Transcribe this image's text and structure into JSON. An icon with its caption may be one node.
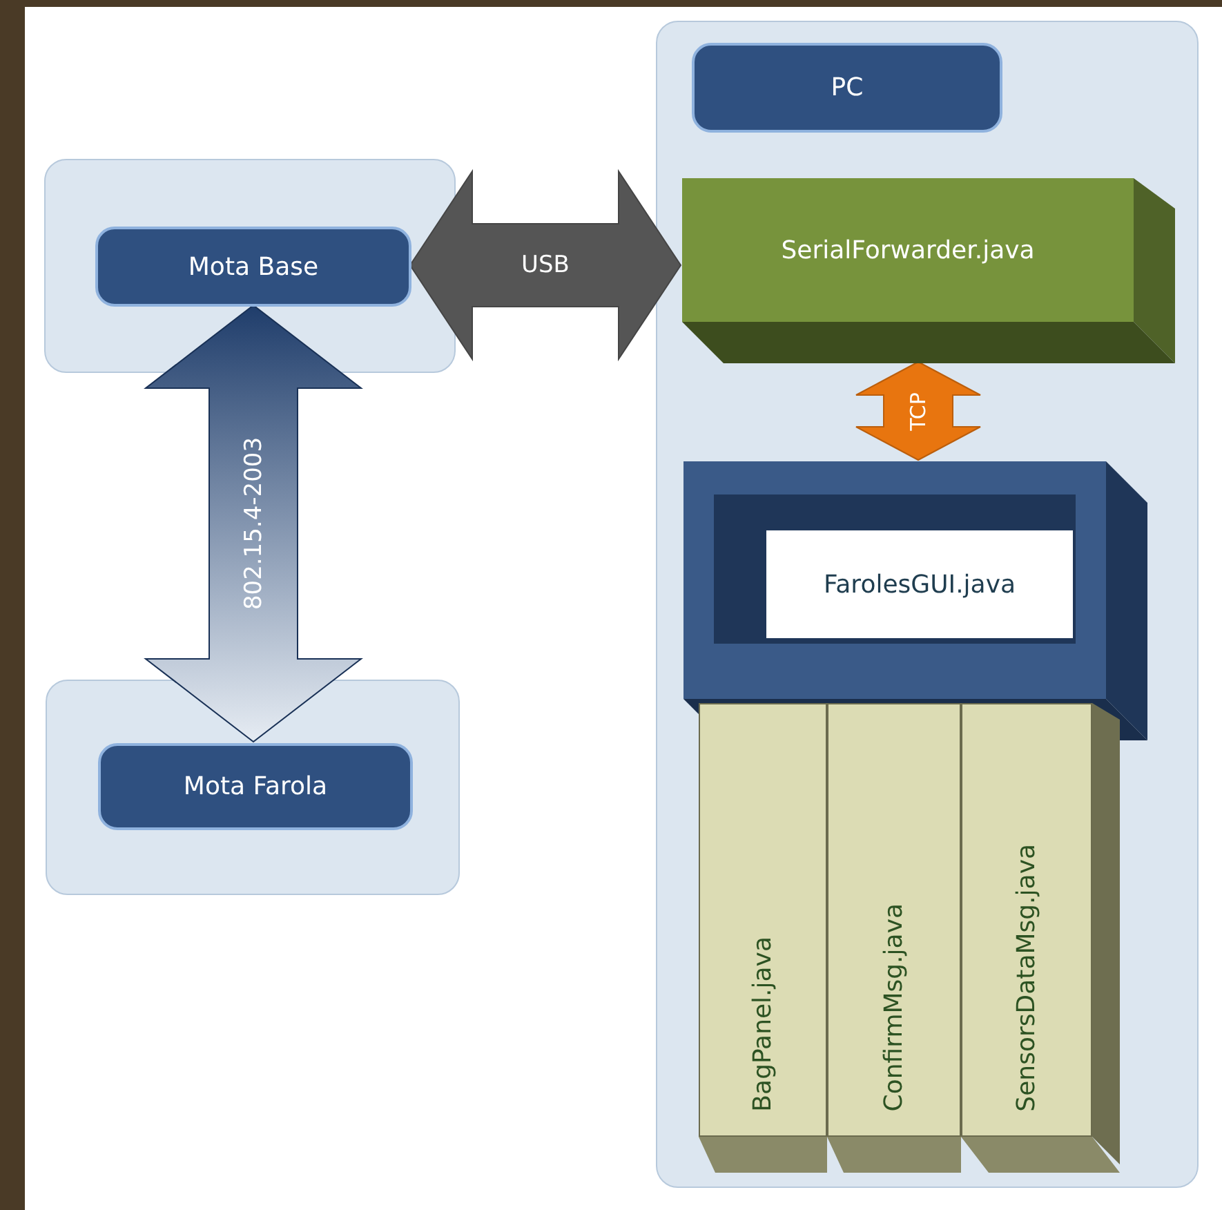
{
  "diagram": {
    "nodes": [
      {
        "text": [],
        "shape": "box"
      },
      {
        "text": [
          "Mota Base"
        ],
        "in": 0
      },
      {
        "text": [],
        "shape": "box"
      },
      {
        "text": [
          "Mota Farola"
        ],
        "in": 2
      },
      {
        "text": [],
        "shape": "box"
      },
      {
        "text": [
          "PC"
        ],
        "in": 4
      },
      {
        "text": [
          "SerialForwarder.java"
        ],
        "in": 4
      },
      {
        "text": [
          "FarolesGUI.java"
        ],
        "in": 4
      },
      {
        "text": [
          "BagPanel.java"
        ],
        "in": 4
      },
      {
        "text": [
          "ConfirmMsg.java"
        ],
        "in": 4
      },
      {
        "text": [
          "SensorsDataMsg.java"
        ],
        "in": 4
      }
    ],
    "edges": [
      {
        "from": 1,
        "to": 6,
        "arrow": "both",
        "label": "USB",
        "style": "thick",
        "color": "#555555"
      },
      {
        "from": 6,
        "to": 7,
        "arrow": "both",
        "label": "TCP",
        "style": "thick",
        "color": "#e8750f"
      },
      {
        "from": 1,
        "to": 3,
        "arrow": "both",
        "label": "802.15.4-2003",
        "style": "thick",
        "color": "#1f3d6b"
      }
    ]
  }
}
